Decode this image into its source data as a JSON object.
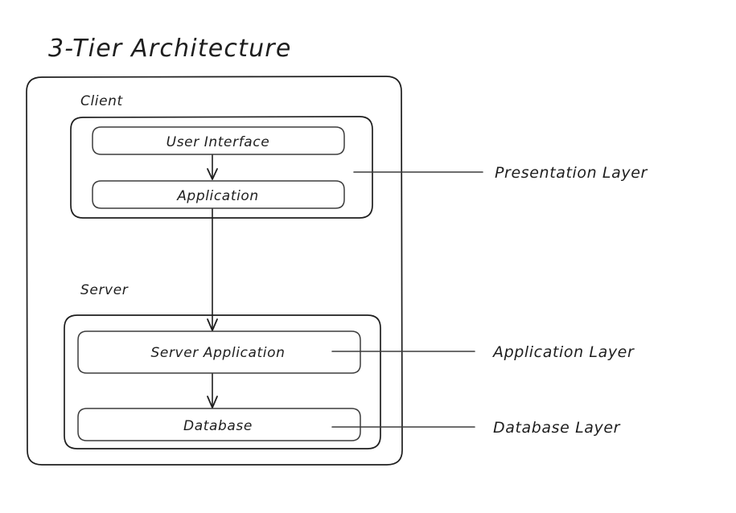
{
  "title": "3-Tier Architecture",
  "groups": [
    {
      "id": "client",
      "label": "Client"
    },
    {
      "id": "server",
      "label": "Server"
    }
  ],
  "nodes": [
    {
      "id": "user-interface",
      "label": "User Interface",
      "group": "client"
    },
    {
      "id": "application",
      "label": "Application",
      "group": "client"
    },
    {
      "id": "server-application",
      "label": "Server Application",
      "group": "server"
    },
    {
      "id": "database",
      "label": "Database",
      "group": "server"
    }
  ],
  "side_labels": [
    {
      "id": "presentation-layer",
      "label": "Presentation Layer",
      "target": "client"
    },
    {
      "id": "application-layer",
      "label": "Application Layer",
      "target": "server-application"
    },
    {
      "id": "database-layer",
      "label": "Database Layer",
      "target": "database"
    }
  ],
  "edges": [
    {
      "from": "user-interface",
      "to": "application"
    },
    {
      "from": "application",
      "to": "server-application"
    },
    {
      "from": "server-application",
      "to": "database"
    }
  ],
  "colors": {
    "stroke": "#1e1e1e",
    "stroke_soft": "#3d3d3d",
    "text": "#1e1e1e",
    "background": "#ffffff"
  }
}
